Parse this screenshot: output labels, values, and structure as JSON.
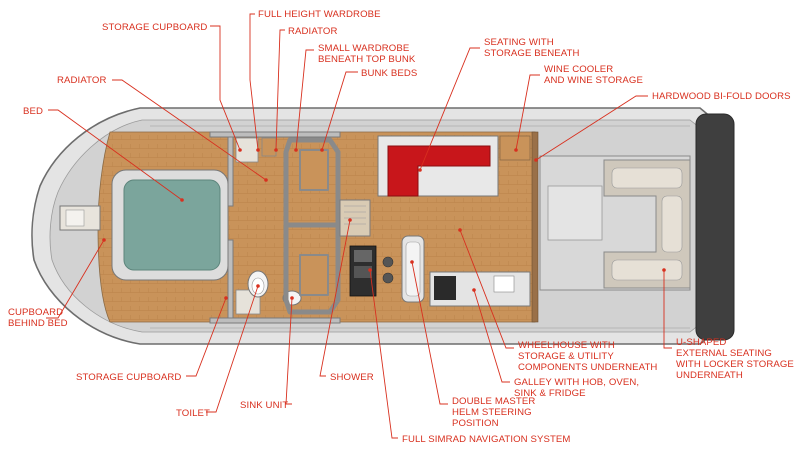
{
  "labels": {
    "storage_cupboard_top": "STORAGE CUPBOARD",
    "full_height_wardrobe": "FULL HEIGHT WARDROBE",
    "radiator_top": "RADIATOR",
    "small_wardrobe": [
      "SMALL WARDROBE",
      "BENEATH TOP BUNK"
    ],
    "bunk_beds": "BUNK BEDS",
    "radiator_left": "RADIATOR",
    "bed": "BED",
    "seating_storage": [
      "SEATING WITH",
      "STORAGE BENEATH"
    ],
    "wine_cooler": [
      "WINE COOLER",
      "AND WINE STORAGE"
    ],
    "hardwood_doors": "HARDWOOD BI-FOLD DOORS",
    "cupboard_behind_bed": [
      "CUPBOARD",
      "BEHIND BED"
    ],
    "storage_cupboard_bottom": "STORAGE CUPBOARD",
    "toilet": "TOILET",
    "sink_unit": "SINK UNIT",
    "shower": "SHOWER",
    "double_master_helm": [
      "DOUBLE MASTER",
      "HELM STEERING",
      "POSITION"
    ],
    "full_simrad": "FULL SIMRAD NAVIGATION SYSTEM",
    "galley": [
      "GALLEY WITH HOB, OVEN,",
      "SINK & FRIDGE"
    ],
    "wheelhouse": [
      "WHEELHOUSE WITH",
      "STORAGE & UTILITY",
      "COMPONENTS UNDERNEATH"
    ],
    "u_shaped": [
      "U-SHAPED",
      "EXTERNAL SEATING",
      "WITH LOCKER STORAGE",
      "UNDERNEATH"
    ]
  },
  "colors": {
    "label": "#d8301f",
    "hull": "#dcdcdc",
    "deck": "#c8c8c8",
    "wood": "#c9935a",
    "bed": "#7ba59c",
    "seat": "#c8161b",
    "frame": "#8a8a8a"
  }
}
